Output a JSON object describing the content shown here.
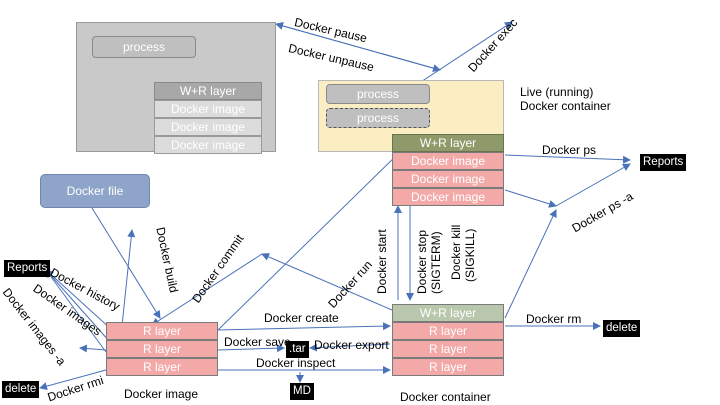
{
  "paused": {
    "process": "process",
    "wr_layer": "W+R layer",
    "images": [
      "Docker image",
      "Docker image",
      "Docker image"
    ]
  },
  "running": {
    "process1": "process",
    "process2": "process",
    "label_line1": "Live (running)",
    "label_line2": "Docker container",
    "wr_layer": "W+R layer",
    "images": [
      "Docker image",
      "Docker image",
      "Docker image"
    ]
  },
  "dockerfile": {
    "label": "Docker file"
  },
  "image_block": {
    "layers": [
      "R layer",
      "R layer",
      "R layer"
    ],
    "caption": "Docker image"
  },
  "container_block": {
    "wr_layer": "W+R layer",
    "layers": [
      "R layer",
      "R layer",
      "R layer"
    ],
    "caption": "Docker container"
  },
  "outputs": {
    "reports_left": "Reports",
    "delete_left": "delete",
    "reports_right": "Reports",
    "delete_right": "delete",
    "tar": ".tar",
    "md": "MD"
  },
  "commands": {
    "pause": "Docker pause",
    "unpause": "Docker unpause",
    "exec": "Docker exec",
    "ps": "Docker ps",
    "ps_a": "Docker ps -a",
    "stop": "Docker stop",
    "stop_sig": "(SIGTERM)",
    "kill": "Docker kill",
    "kill_sig": "(SIGKILL)",
    "start": "Docker start",
    "run": "Docker run",
    "commit": "Docker commit",
    "build": "Docker build",
    "history": "Docker history",
    "images": "Docker images",
    "images_a": "Docker images -a",
    "rmi": "Docker rmi",
    "create": "Docker create",
    "save": "Docker save",
    "export": "Docker export",
    "inspect": "Docker inspect",
    "rm": "Docker rm"
  }
}
